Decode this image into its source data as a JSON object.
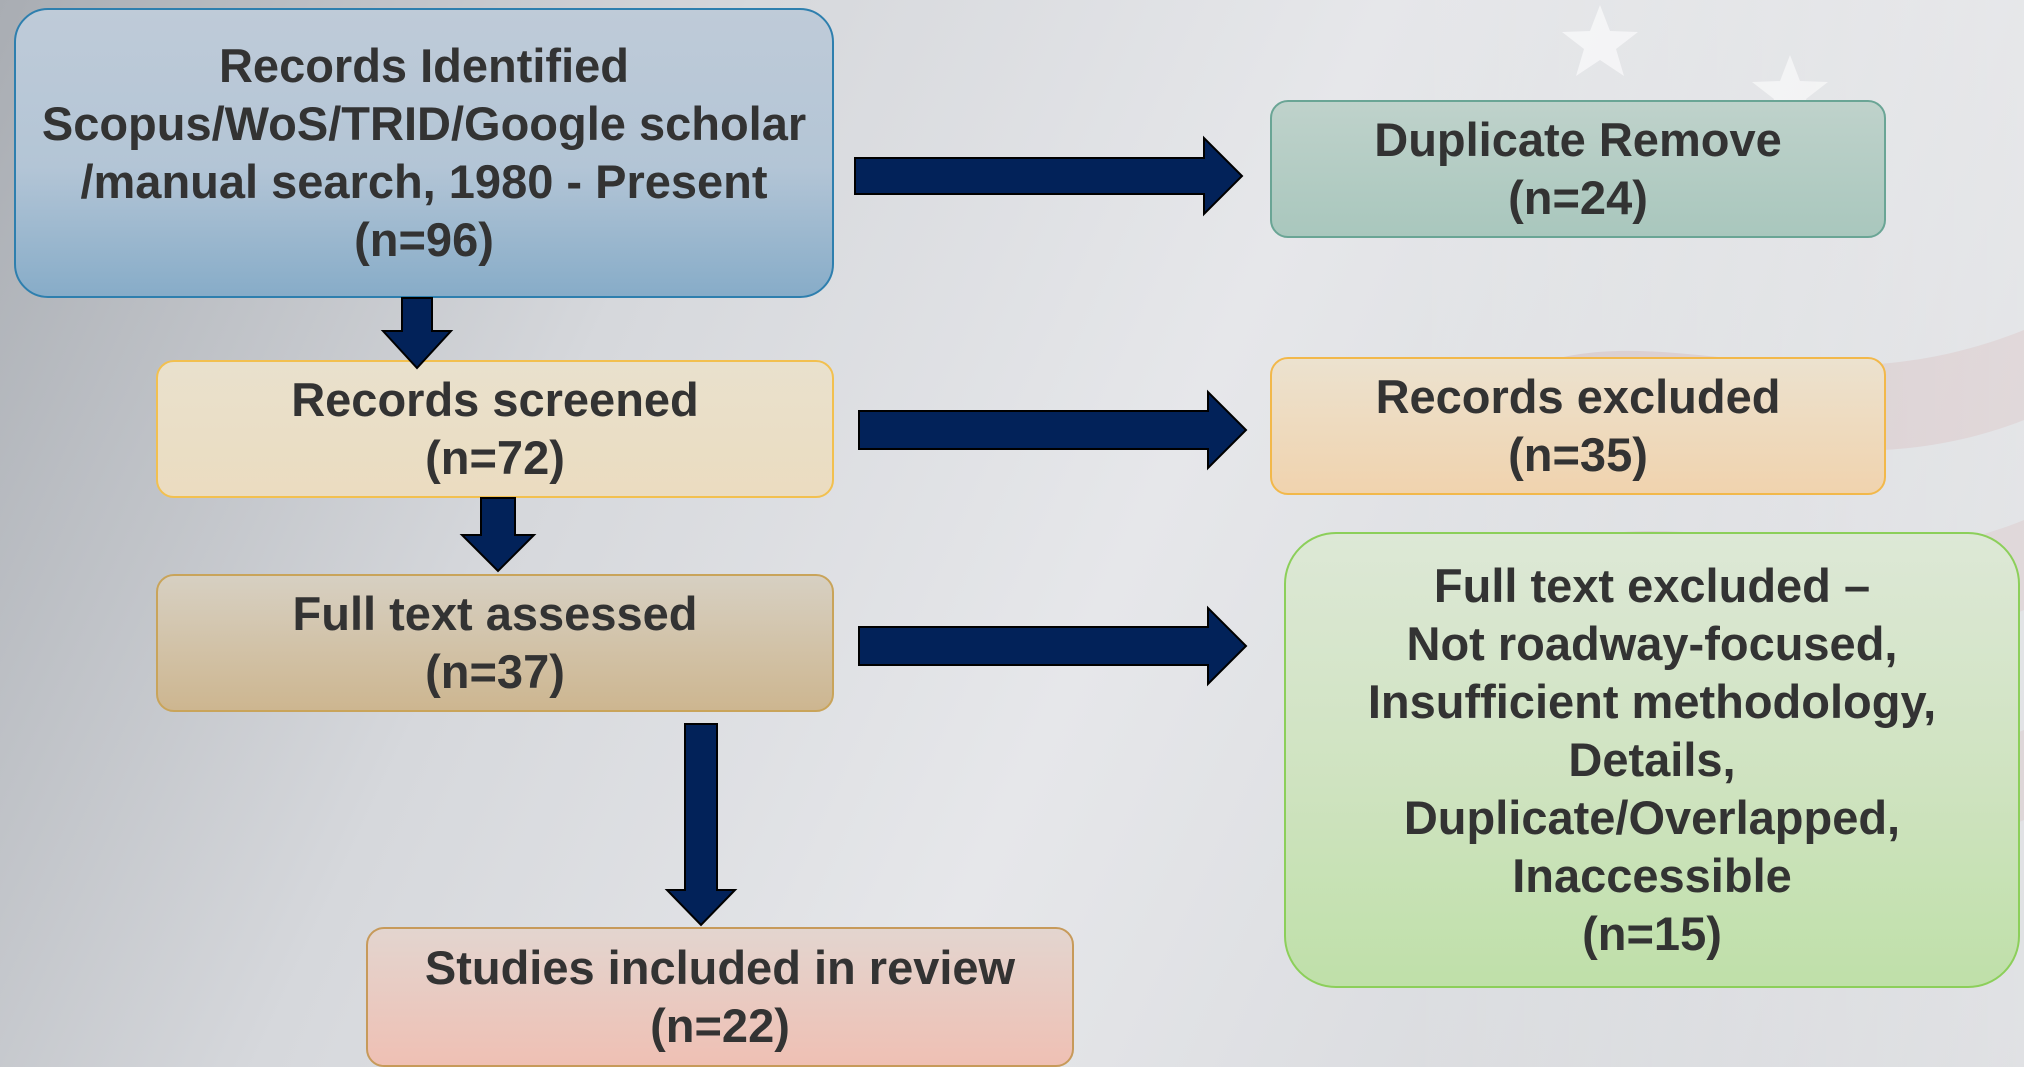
{
  "colors": {
    "arrow_fill": "#022259",
    "text": "#333333"
  },
  "boxes": {
    "identified": {
      "lines": [
        "Records Identified",
        "Scopus/WoS/TRID/Google scholar",
        "/manual search, 1980 - Present",
        "(n=96)"
      ]
    },
    "screened": {
      "lines": [
        "Records screened",
        "(n=72)"
      ]
    },
    "fulltext": {
      "lines": [
        "Full text assessed",
        "(n=37)"
      ]
    },
    "included": {
      "lines": [
        "Studies included in review",
        "(n=22)"
      ]
    },
    "duplicate": {
      "lines": [
        "Duplicate Remove",
        "(n=24)"
      ]
    },
    "excluded": {
      "lines": [
        "Records excluded",
        "(n=35)"
      ]
    },
    "ft_excluded": {
      "lines": [
        "Full text excluded –",
        "Not roadway-focused,",
        "Insufficient methodology,",
        "Details,",
        "Duplicate/Overlapped,",
        "Inaccessible",
        "(n=15)"
      ]
    }
  }
}
